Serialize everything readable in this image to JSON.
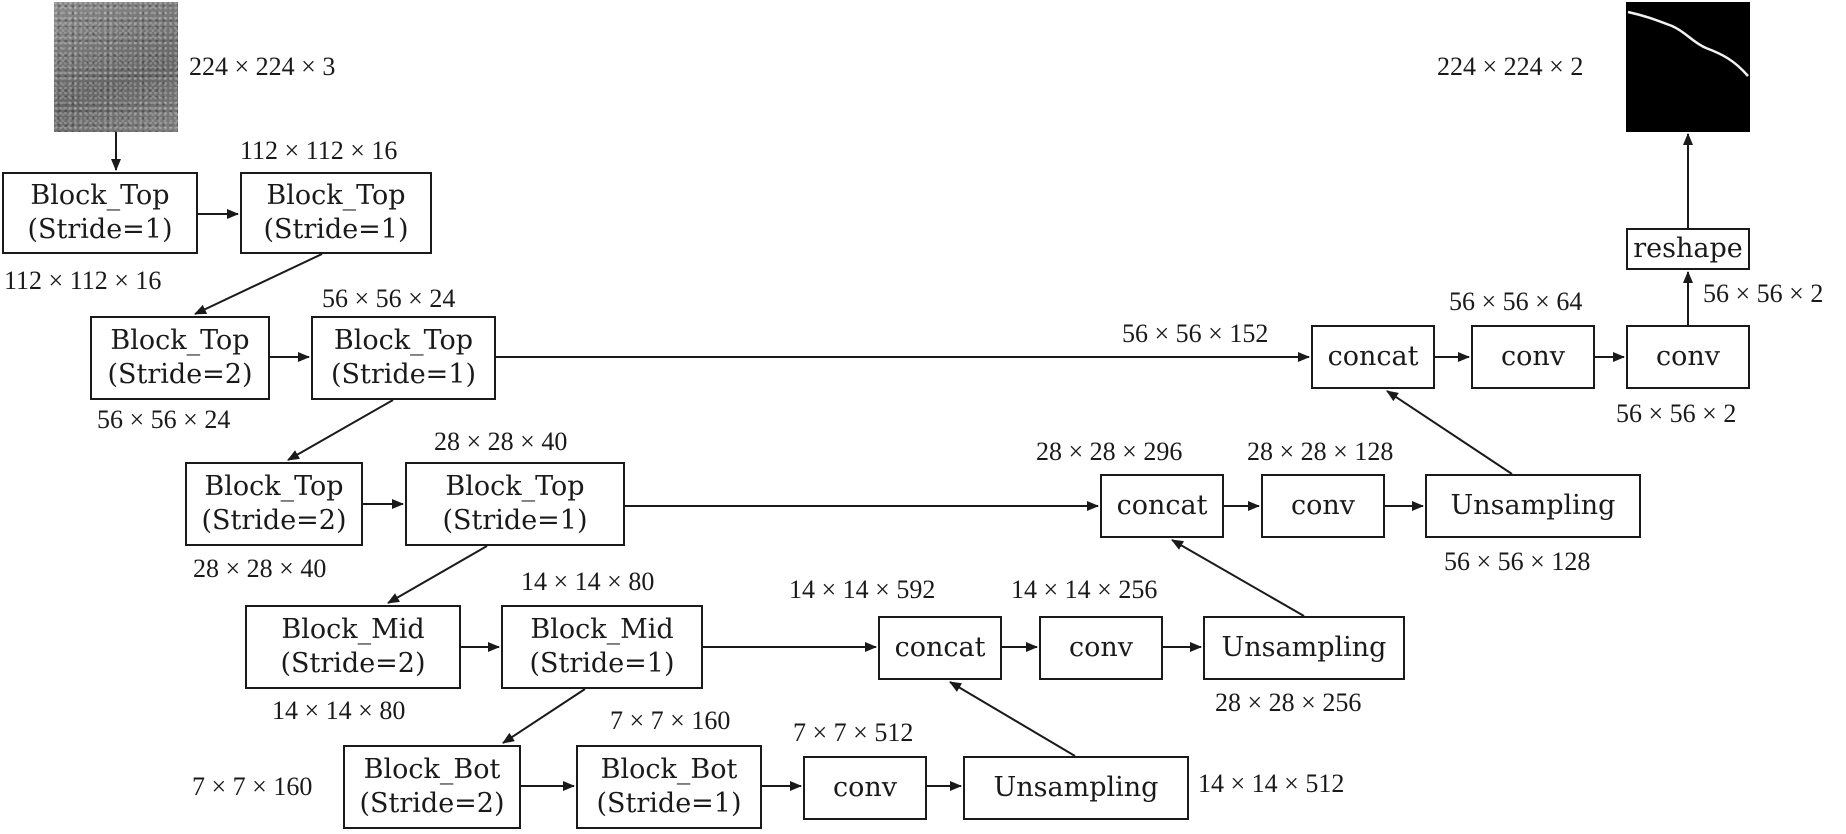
{
  "boxes": {
    "top1": {
      "line1": "Block_Top",
      "line2": "(Stride=1)"
    },
    "top2": {
      "line1": "Block_Top",
      "line2": "(Stride=1)"
    },
    "top3": {
      "line1": "Block_Top",
      "line2": "(Stride=2)"
    },
    "top4": {
      "line1": "Block_Top",
      "line2": "(Stride=1)"
    },
    "top5": {
      "line1": "Block_Top",
      "line2": "(Stride=2)"
    },
    "top6": {
      "line1": "Block_Top",
      "line2": "(Stride=1)"
    },
    "mid1": {
      "line1": "Block_Mid",
      "line2": "(Stride=2)"
    },
    "mid2": {
      "line1": "Block_Mid",
      "line2": "(Stride=1)"
    },
    "bot1": {
      "line1": "Block_Bot",
      "line2": "(Stride=2)"
    },
    "bot2": {
      "line1": "Block_Bot",
      "line2": "(Stride=1)"
    },
    "conv_bottom": {
      "line1": "conv"
    },
    "unsampling_bottom": {
      "line1": "Unsampling"
    },
    "concat_14": {
      "line1": "concat"
    },
    "conv_14": {
      "line1": "conv"
    },
    "unsampling_14": {
      "line1": "Unsampling"
    },
    "concat_28": {
      "line1": "concat"
    },
    "conv_28": {
      "line1": "conv"
    },
    "unsampling_28": {
      "line1": "Unsampling"
    },
    "concat_56": {
      "line1": "concat"
    },
    "conv_56a": {
      "line1": "conv"
    },
    "conv_56b": {
      "line1": "conv"
    },
    "reshape": {
      "line1": "reshape"
    }
  },
  "dims": {
    "input": "224 × 224 × 3",
    "top1_out": "112 × 112 × 16",
    "top2_out": "112 × 112 × 16",
    "top3_out": "56 × 56 × 24",
    "top4_out": "56 × 56 × 24",
    "top5_out": "28 × 28 × 40",
    "top6_out": "28 × 28 × 40",
    "mid1_out": "14 × 14 × 80",
    "mid2_out": "14 × 14 × 80",
    "bot1_in": "7 × 7 × 160",
    "bot2_out": "7 × 7 × 160",
    "conv_bottom_out": "7 × 7 × 512",
    "unsampling_bottom_out": "14 × 14 × 512",
    "concat_14_out": "14 × 14 × 592",
    "conv_14_out": "14 × 14 × 256",
    "unsampling_14_out": "28 × 28 × 256",
    "concat_28_out": "28 × 28 × 296",
    "conv_28_out": "28 × 28 × 128",
    "unsampling_28_out": "56 × 56 × 128",
    "concat_56_out": "56 × 56 × 152",
    "conv_56a_out": "56 × 56 × 64",
    "conv_56b_out": "56 × 56 × 2",
    "reshape_in": "56 × 56 × 2",
    "output": "224 × 224 × 2"
  }
}
